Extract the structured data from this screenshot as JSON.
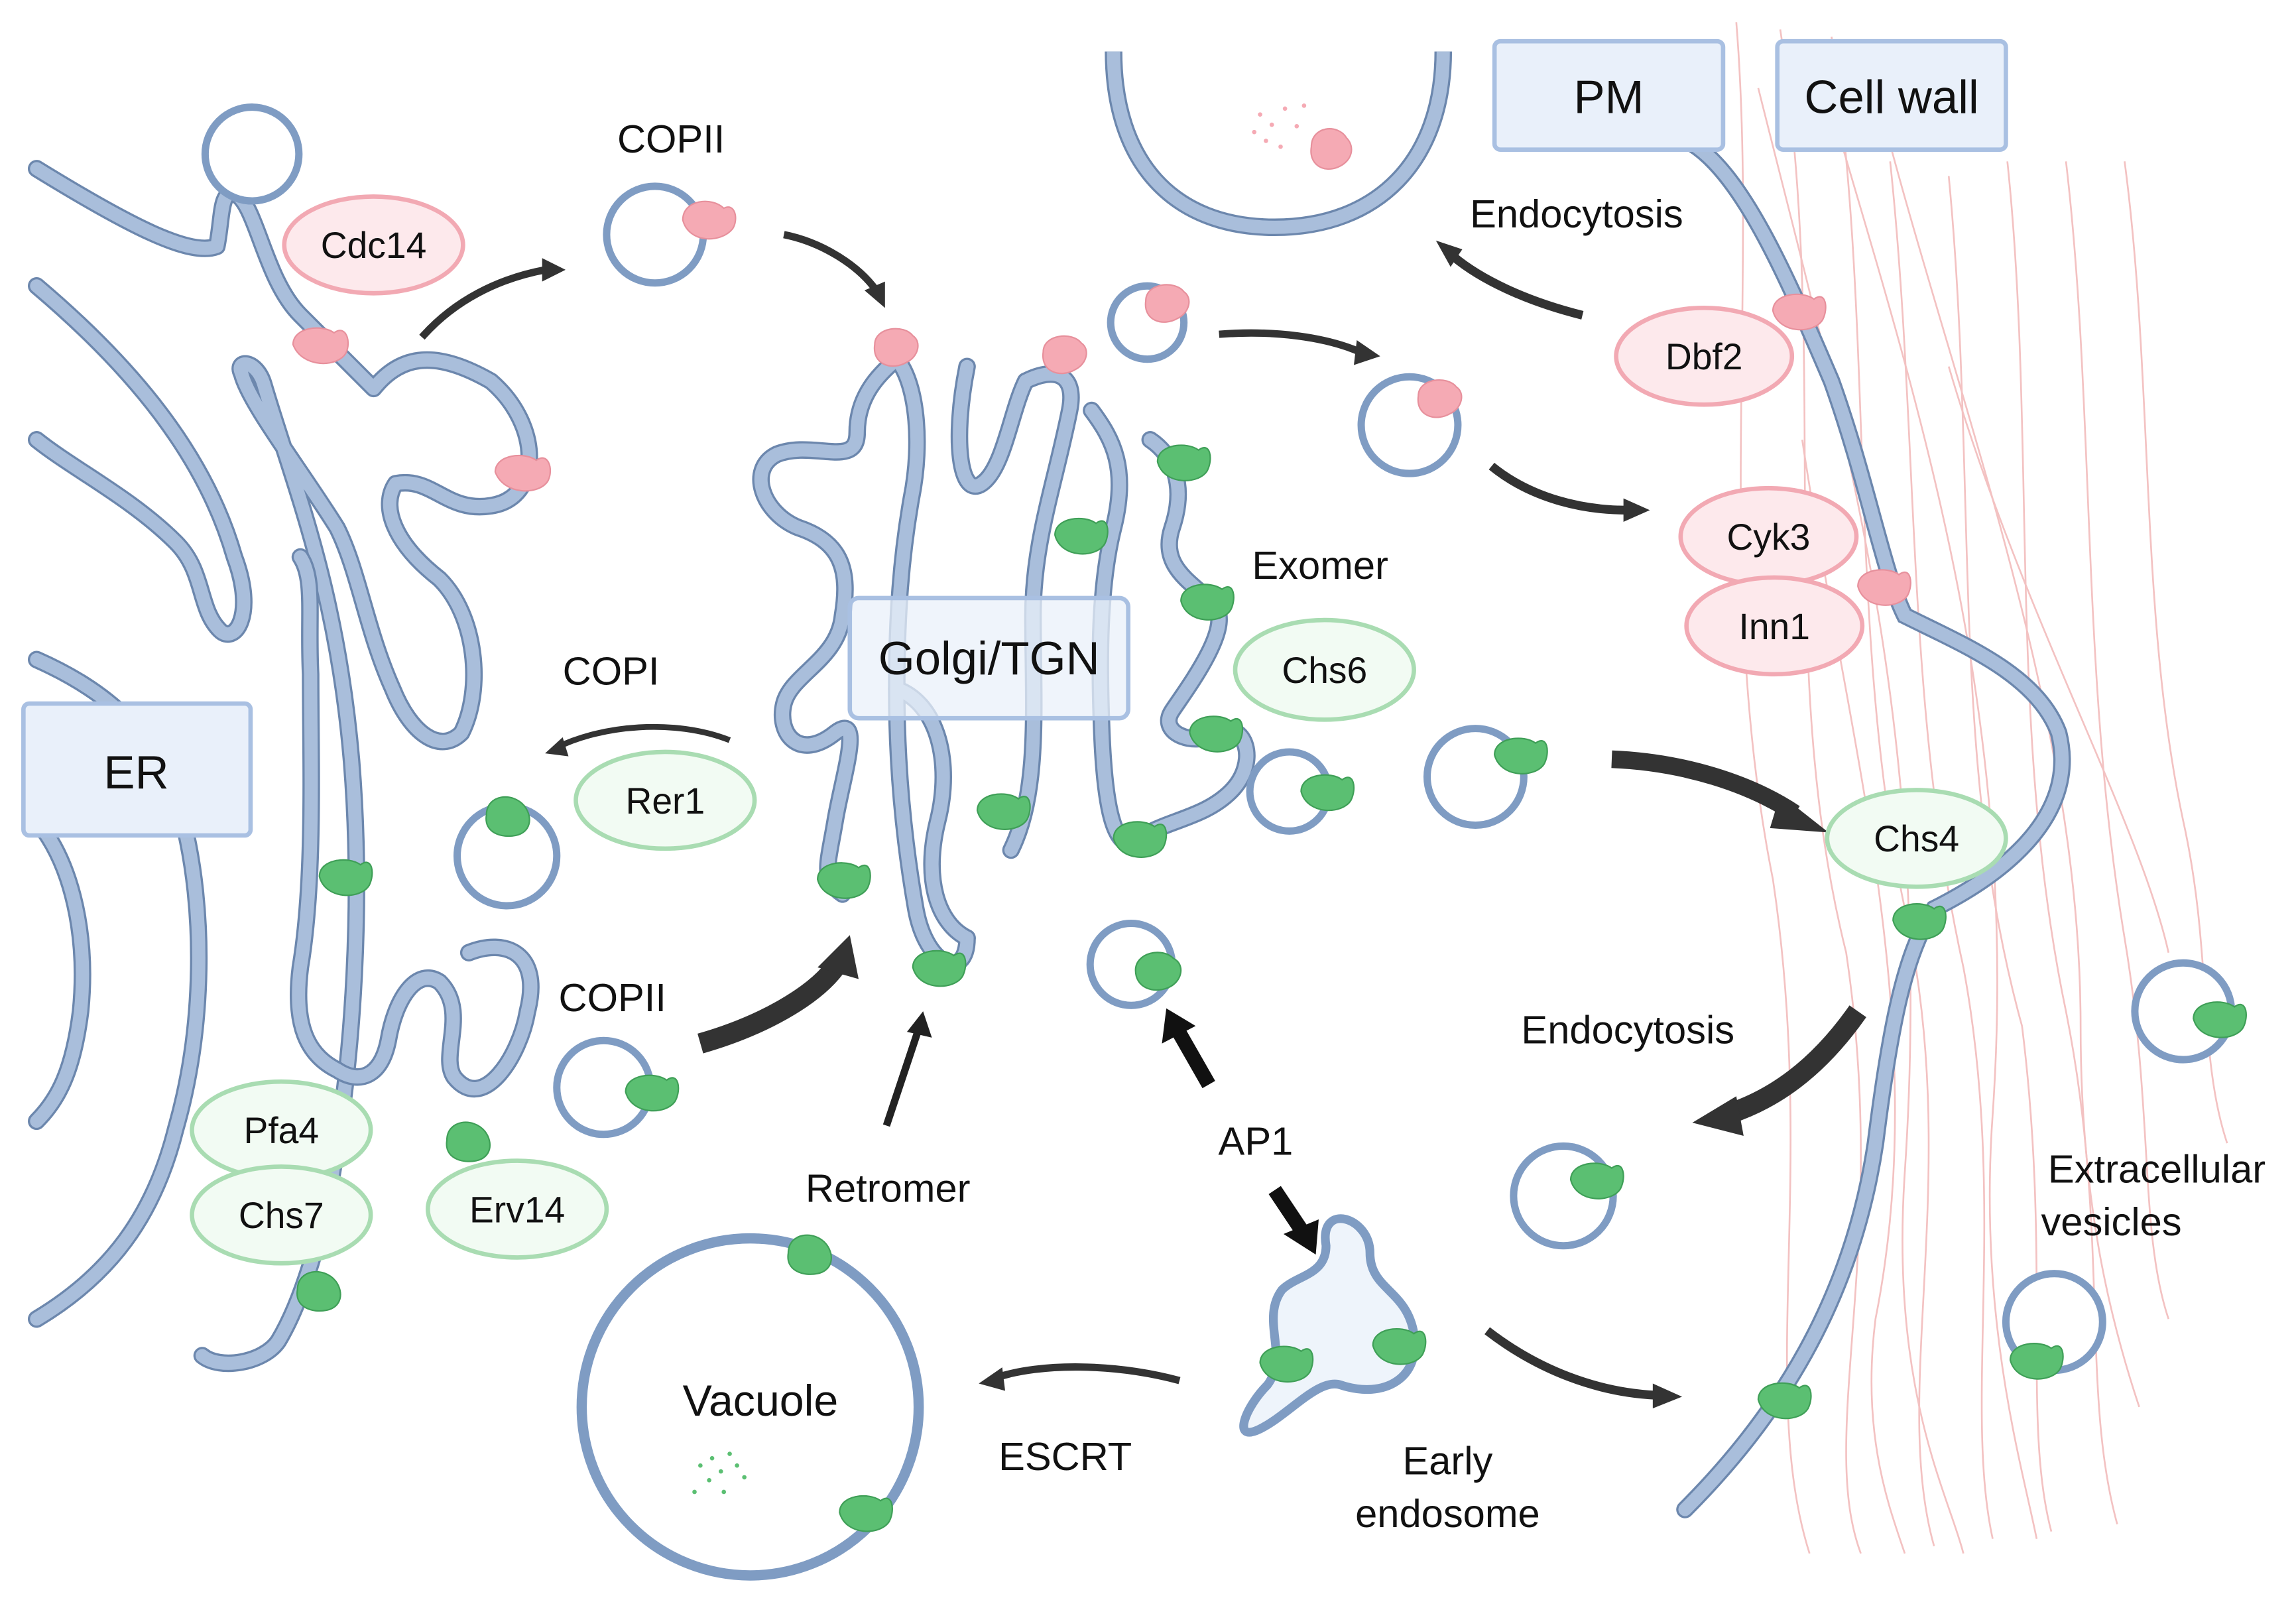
{
  "colors": {
    "membrane_fill": "#a9bedb",
    "membrane_stroke": "#6c87ad",
    "lumen": "#ffffff",
    "pink_protein": "#f5aab4",
    "pink_label_fill": "#fde9ec",
    "pink_label_stroke": "#f2a9b3",
    "green_protein": "#5bbf72",
    "green_label_fill": "#f2fbf3",
    "green_label_stroke": "#a9dcb2",
    "box_fill": "#e9f0fa",
    "box_stroke": "#a9c0e2",
    "arrow": "#333333",
    "cell_wall_fiber": "#f3c2c2",
    "text": "#111111"
  },
  "boxes": {
    "er": "ER",
    "golgi": "Golgi/TGN",
    "pm": "PM",
    "cell_wall": "Cell wall"
  },
  "proteins": {
    "cdc14": "Cdc14",
    "dbf2": "Dbf2",
    "cyk3": "Cyk3",
    "inn1": "Inn1",
    "chs6": "Chs6",
    "rer1": "Rer1",
    "chs4": "Chs4",
    "pfa4": "Pfa4",
    "chs7": "Chs7",
    "erv14": "Erv14"
  },
  "labels": {
    "copii_top": "COPII",
    "copi": "COPI",
    "copii_bottom": "COPII",
    "endocytosis_top": "Endocytosis",
    "exomer": "Exomer",
    "endocytosis_mid": "Endocytosis",
    "retromer": "Retromer",
    "ap1": "AP1",
    "vacuole": "Vacuole",
    "escrt": "ESCRT",
    "early_endosome_1": "Early",
    "early_endosome_2": "endosome",
    "extracellular_1": "Extracellular",
    "extracellular_2": "vesicles"
  }
}
